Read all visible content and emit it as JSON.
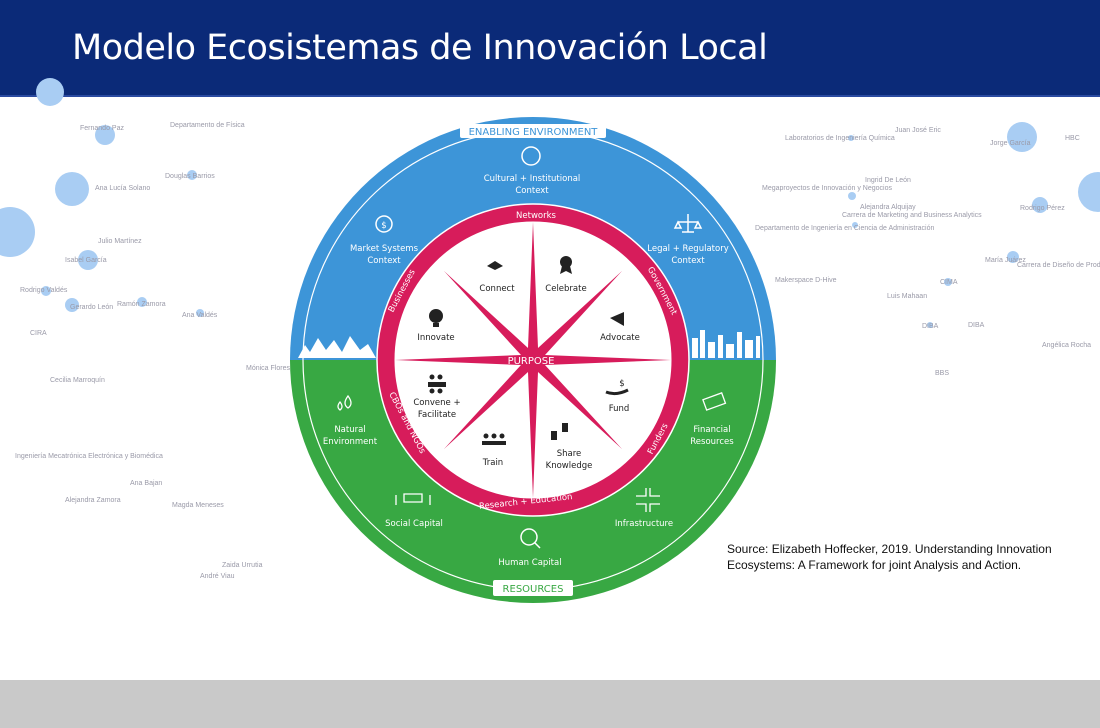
{
  "slide": {
    "title": "Modelo Ecosistemas de Innovación Local"
  },
  "colors": {
    "header": "#0b2a78",
    "enabling": "#3d95d8",
    "resources": "#38a843",
    "ring": "#d71c5b",
    "footer": "#c9c9c9"
  },
  "background_network": {
    "labels": [
      "Fernando Paz",
      "Departamento de Física",
      "Douglas Barrios",
      "Ana Lucía Solano",
      "Julio Martínez",
      "Isabel García",
      "Rodrigo Valdés",
      "Gerardo León",
      "Ramón Zamora",
      "Ana Valdés",
      "CIRA",
      "Mónica Flores",
      "Cecilia Marroquín",
      "Ingeniería Mecatrónica Electrónica y Biomédica",
      "Ana Bajan",
      "Alejandra Zamora",
      "Magda Meneses",
      "Zaida Urrutia",
      "André Viau",
      "Juan José Eric",
      "Laboratorios de Ingeniería Química",
      "Jorge García",
      "HBC",
      "Ingrid De León",
      "Megaproyectos de Innovación y Negocios",
      "Alejandra Alquijay",
      "Carrera de Marketing and Business Analytics",
      "Rodrigo Pérez",
      "Departamento de Ingeniería en Ciencia de Administración",
      "María Juárez",
      "Carrera de Diseño de Producto",
      "Makerspace D-Hive",
      "CIMA",
      "Luis Mahaan",
      "DIBA",
      "DIBA",
      "Angélica Rocha",
      "BBS"
    ]
  },
  "diagram": {
    "outer_labels": {
      "enabling": "ENABLING ENVIRONMENT",
      "resources": "RESOURCES"
    },
    "enabling_items": [
      {
        "line1": "Cultural + Institutional",
        "line2": "Context",
        "icon": "handshake-hands-icon"
      },
      {
        "line1": "Market Systems",
        "line2": "Context",
        "icon": "dollar-network-icon"
      },
      {
        "line1": "Legal + Regulatory",
        "line2": "Context",
        "icon": "scales-icon"
      }
    ],
    "resource_items": [
      {
        "line1": "Natural",
        "line2": "Environment",
        "icon": "water-drops-icon"
      },
      {
        "line1": "Financial",
        "line2": "Resources",
        "icon": "money-stack-icon"
      },
      {
        "line1": "Social Capital",
        "line2": "",
        "icon": "hands-community-icon"
      },
      {
        "line1": "Infrastructure",
        "line2": "",
        "icon": "infrastructure-icon"
      },
      {
        "line1": "Human Capital",
        "line2": "",
        "icon": "person-search-icon"
      }
    ],
    "ring_actors": [
      "Networks",
      "Government",
      "Funders",
      "Research + Education",
      "CBOs and NGOs",
      "Businesses"
    ],
    "center": "PURPOSE",
    "functions": [
      {
        "line1": "Connect",
        "line2": "",
        "icon": "handshake-icon"
      },
      {
        "line1": "Celebrate",
        "line2": "",
        "icon": "award-ribbon-icon"
      },
      {
        "line1": "Advocate",
        "line2": "",
        "icon": "megaphone-icon"
      },
      {
        "line1": "Fund",
        "line2": "",
        "icon": "hand-dollar-icon"
      },
      {
        "line1": "Share",
        "line2": "Knowledge",
        "icon": "documents-exchange-icon"
      },
      {
        "line1": "Train",
        "line2": "",
        "icon": "group-training-icon"
      },
      {
        "line1": "Convene +",
        "line2": "Facilitate",
        "icon": "meeting-table-icon"
      },
      {
        "line1": "Innovate",
        "line2": "",
        "icon": "lightbulb-icon"
      }
    ]
  },
  "source": {
    "text": "Source: Elizabeth Hoffecker, 2019. Understanding Innovation Ecosystems: A Framework for joint Analysis and Action."
  }
}
